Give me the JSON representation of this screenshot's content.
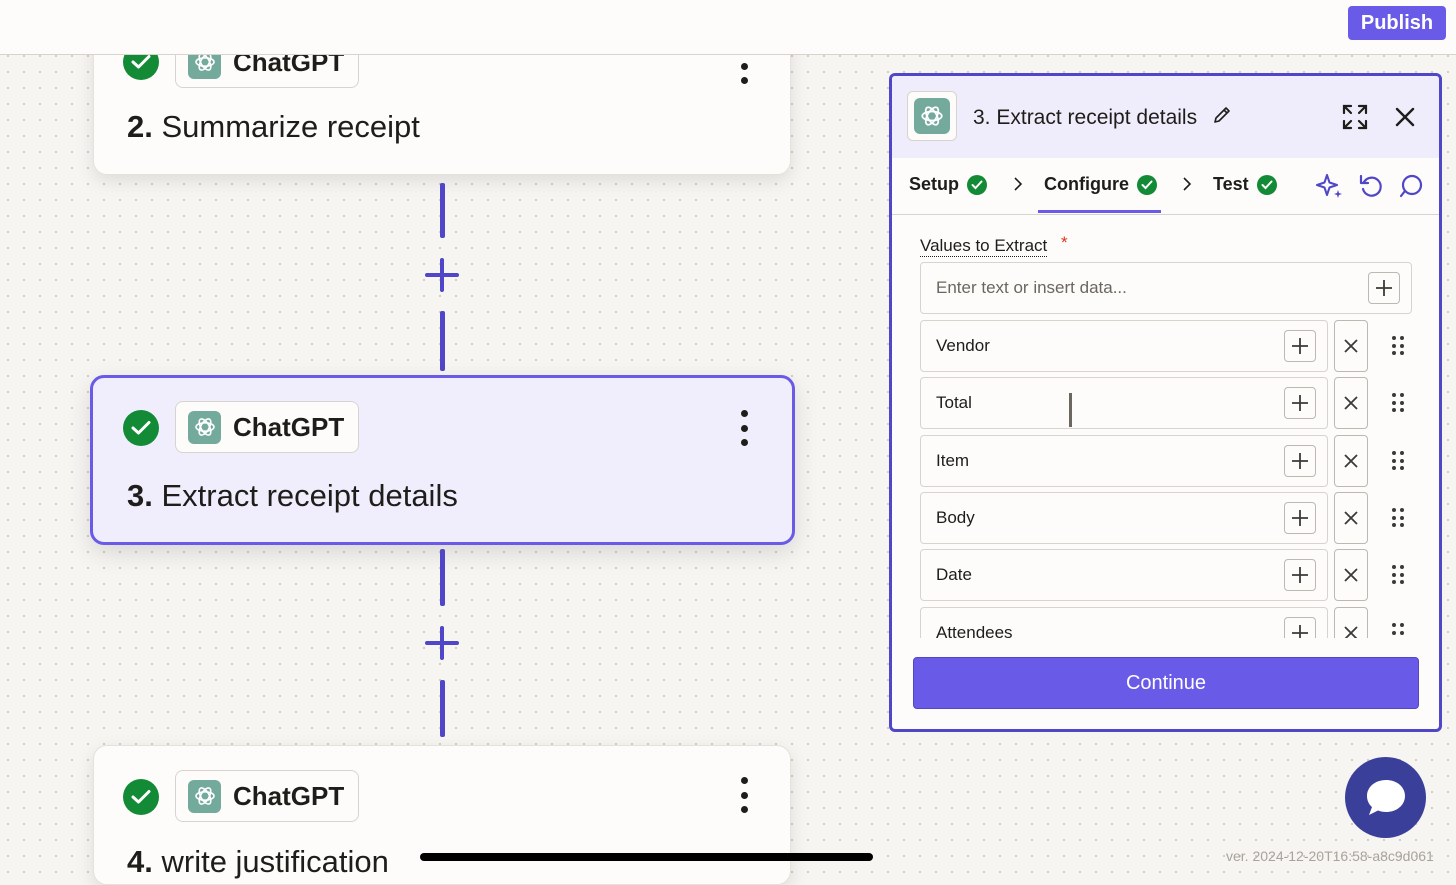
{
  "header": {
    "publish_label": "Publish"
  },
  "canvas": {
    "steps": [
      {
        "app": "ChatGPT",
        "number": "2.",
        "title": "Summarize receipt",
        "status": "complete"
      },
      {
        "app": "ChatGPT",
        "number": "3.",
        "title": "Extract receipt details",
        "status": "complete",
        "selected": true
      },
      {
        "app": "ChatGPT",
        "number": "4.",
        "title": "write justification",
        "status": "complete"
      }
    ]
  },
  "panel": {
    "title": "3. Extract receipt details",
    "tabs": [
      {
        "label": "Setup",
        "status": "complete"
      },
      {
        "label": "Configure",
        "status": "complete",
        "active": true
      },
      {
        "label": "Test",
        "status": "complete"
      }
    ],
    "field": {
      "label": "Values to Extract",
      "required_mark": "*",
      "placeholder": "Enter text or insert data...",
      "values": [
        "Vendor",
        "Total",
        "Item",
        "Body",
        "Date",
        "Attendees"
      ]
    },
    "continue_label": "Continue"
  },
  "footer": {
    "version": "ver. 2024-12-20T16:58-a8c9d061"
  },
  "colors": {
    "accent": "#695be8",
    "accent_dark": "#4f46c8",
    "success": "#138a36",
    "chat": "#3a3f9a"
  }
}
